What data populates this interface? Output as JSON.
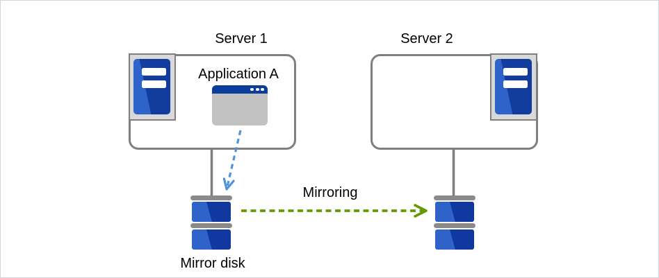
{
  "diagram": {
    "title_context": "Mirror disk cluster diagram",
    "labels": {
      "server1": "Server 1",
      "server2": "Server 2",
      "application": "Application A",
      "mirroring": "Mirroring",
      "mirror_disk": "Mirror disk"
    },
    "icons": [
      "server-tower-icon",
      "application-window-icon",
      "mirror-disk-icon"
    ],
    "colors": {
      "box_border_gray": "#7f7f7f",
      "icon_frame_fill": "#d9d9d9",
      "tower_blue_light": "#2e63c9",
      "tower_blue_dark": "#123d9f",
      "window_titlebar_blue": "#0a3c9c",
      "window_body_gray": "#c2c2c2",
      "disk_bar_gray": "#8a8a8a",
      "disk_blue_light": "#2f63ca",
      "disk_blue_dark": "#10389f",
      "app_write_arrow_blue": "#4f94d8",
      "mirroring_arrow_green": "#669900",
      "connector_gray": "#7f7f7f",
      "canvas_border": "#d3d6d9"
    }
  }
}
